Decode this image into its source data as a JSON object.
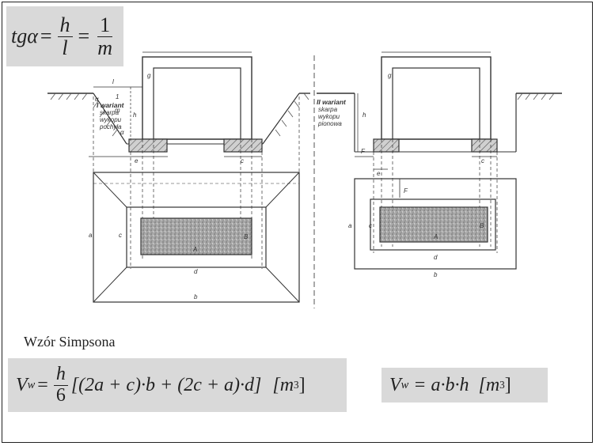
{
  "formulas": {
    "tan": {
      "lhs": "tgα",
      "frac1_num": "h",
      "frac1_den": "l",
      "frac2_num": "1",
      "frac2_den": "m"
    },
    "simpson_title": "Wzór Simpsona",
    "simpson": {
      "lhs": "V",
      "lhs_sub": "w",
      "frac_num": "h",
      "frac_den": "6",
      "body": "[(2a + c)·b + (2c + a)·d]",
      "unit_open": "[m",
      "unit_sup": "3",
      "unit_close": "]"
    },
    "box": {
      "lhs": "V",
      "lhs_sub": "w",
      "body": "= a·b·h",
      "unit_open": "[m",
      "unit_sup": "3",
      "unit_close": "]"
    }
  },
  "left_diagram": {
    "variant_line1": "I wariant",
    "variant_line2": "skarpa",
    "variant_line3": "wykopu",
    "variant_line4": "pochyła",
    "label_l": "l",
    "label_alpha1": "α",
    "label_alpha2": "α",
    "label_frac_num": "1",
    "label_frac_den": "m",
    "label_h": "h",
    "label_g": "g",
    "label_e": "e",
    "label_c": "c",
    "label_a": "a",
    "label_c_plan": "c",
    "label_B": "B",
    "label_A": "A",
    "label_d": "d",
    "label_b": "b"
  },
  "right_diagram": {
    "variant_line1": "II wariant",
    "variant_line2": "skarpa",
    "variant_line3": "wykopu",
    "variant_line4": "pionowa",
    "label_h": "h",
    "label_g": "g",
    "label_F": "F",
    "label_c": "c",
    "label_e": "e",
    "label_F2": "F",
    "label_a": "a",
    "label_c_plan": "c",
    "label_B": "B",
    "label_A": "A",
    "label_d": "d",
    "label_b": "b"
  }
}
